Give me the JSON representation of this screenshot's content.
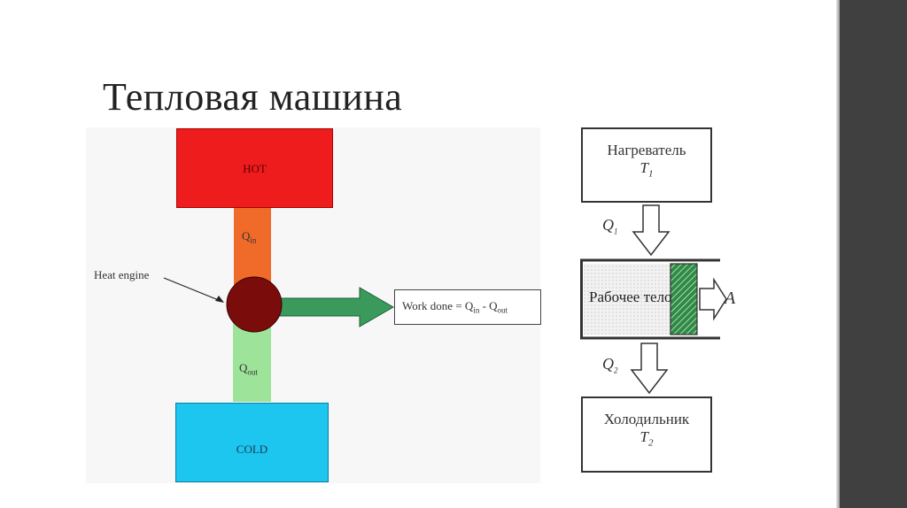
{
  "slide": {
    "title": "Тепловая машина"
  },
  "left_diagram": {
    "hot_label": "HOT",
    "cold_label": "COLD",
    "q_in_base": "Q",
    "q_in_sub": "in",
    "q_out_base": "Q",
    "q_out_sub": "out",
    "engine_label": "Heat engine",
    "work_text": "Work done = Q",
    "work_sub_in": "in",
    "work_minus": " - Q",
    "work_sub_out": "out",
    "colors": {
      "hot": "#ee1c1c",
      "cold": "#1cc6ee",
      "q_in": "#f06a2a",
      "q_out": "#9de39a",
      "engine": "#7a0c0c",
      "arrow": "#3a9a5c"
    }
  },
  "right_diagram": {
    "heater_label": "Нагреватель",
    "heater_temp_base": "T",
    "heater_temp_sub": "1",
    "q1_base": "Q",
    "q1_sub": "1",
    "body_label": "Рабочее тело",
    "work_label": "A",
    "q2_base": "Q",
    "q2_sub": "2",
    "cooler_label": "Холодильник",
    "cooler_temp_base": "T",
    "cooler_temp_sub": "2"
  }
}
